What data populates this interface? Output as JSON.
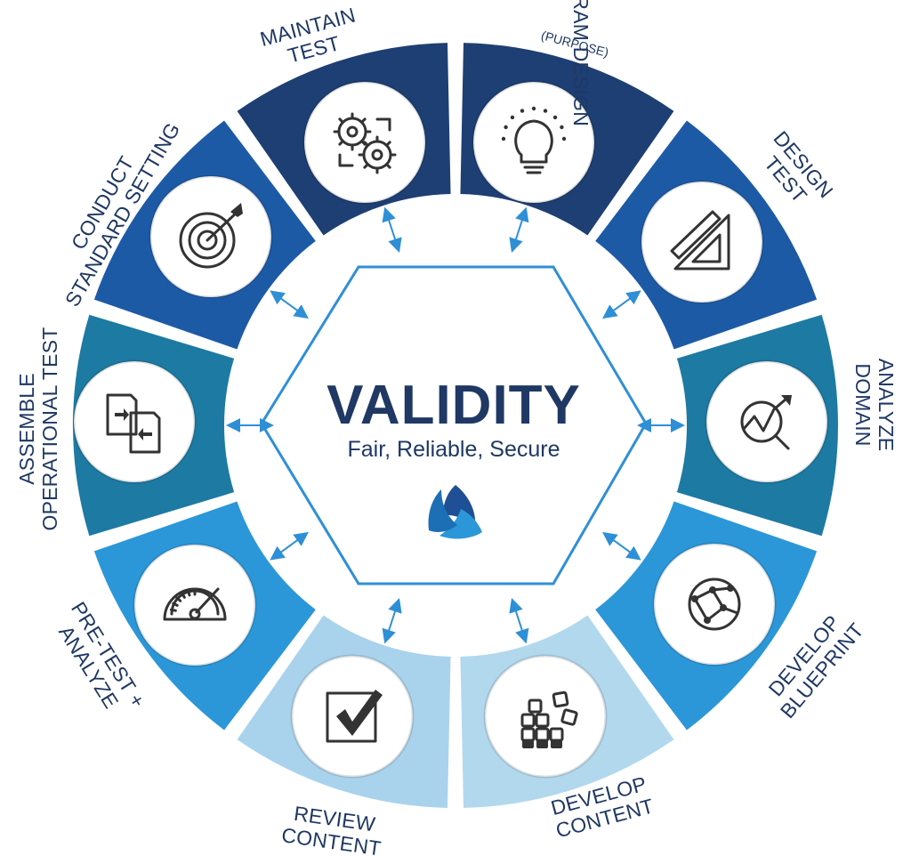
{
  "center": {
    "title": "VALIDITY",
    "subtitle": "Fair, Reliable, Secure"
  },
  "segments": [
    {
      "id": "program-design",
      "lines": [
        "PROGRAM DESIGN"
      ],
      "sub": "(PURPOSE)",
      "icon": "lightbulb-icon",
      "color": "#1e3f74"
    },
    {
      "id": "design-test",
      "lines": [
        "DESIGN",
        "TEST"
      ],
      "icon": "drafting-tools-icon",
      "color": "#1d5aa6"
    },
    {
      "id": "analyze-domain",
      "lines": [
        "ANALYZE",
        "DOMAIN"
      ],
      "icon": "magnifier-chart-icon",
      "color": "#1d7aa3"
    },
    {
      "id": "develop-blueprint",
      "lines": [
        "DEVELOP",
        "BLUEPRINT"
      ],
      "icon": "network-globe-icon",
      "color": "#2b97d8"
    },
    {
      "id": "develop-content",
      "lines": [
        "DEVELOP",
        "CONTENT"
      ],
      "icon": "blocks-icon",
      "color": "#b2d8ee"
    },
    {
      "id": "review-content",
      "lines": [
        "REVIEW",
        "CONTENT"
      ],
      "icon": "checkbox-icon",
      "color": "#a9d3ec"
    },
    {
      "id": "pre-test-analyze",
      "lines": [
        "PRE-TEST +",
        "ANALYZE"
      ],
      "icon": "speedometer-icon",
      "color": "#2b97d8"
    },
    {
      "id": "assemble-operational-test",
      "lines": [
        "ASSEMBLE",
        "OPERATIONAL TEST"
      ],
      "icon": "documents-icon",
      "color": "#1d7aa3"
    },
    {
      "id": "conduct-standard-setting",
      "lines": [
        "CONDUCT",
        "STANDARD SETTING"
      ],
      "icon": "target-icon",
      "color": "#1d5aa6"
    },
    {
      "id": "maintain-test",
      "lines": [
        "MAINTAIN",
        "TEST"
      ],
      "icon": "gears-icon",
      "color": "#1e3f74"
    }
  ],
  "colors": {
    "navy": "#1f3864",
    "hexagon_stroke": "#2e8fd6",
    "arrow": "#2e8fd6"
  }
}
